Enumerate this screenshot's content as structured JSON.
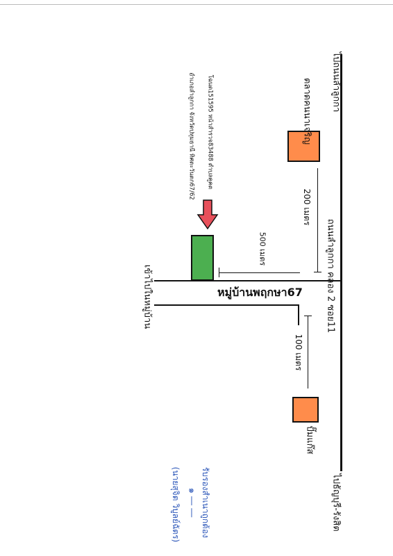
{
  "labels": {
    "to_lam_luk_ka": "ไปถนนลำลูกกา",
    "market": "ตลาดคนนาเจริญ",
    "main_road": "ถนนลำลูกกา คลอง 2 ซอย11",
    "dist_200": "200 เมตร",
    "dist_500": "500 เมตร",
    "dist_100": "100 เมตร",
    "village": "หมู่บ้านพฤกษา67",
    "into_village": "เข้าไปในหมู่บ้าน",
    "gas_station": "ปั๊มแก๊ส",
    "to_thanyaburi": "ไปธัญบุรี-รังสิต",
    "address_line1": "โฉนด151595 หน้าสำรวจ83488  ตำบลคูคต",
    "address_line2": "อำเภอลำลูกกา จังหวัดปทุมธานี ทิศตะวันตก67/62"
  },
  "signature": {
    "certify": "รับรองสำเนาถูกต้อง",
    "mark": "๑ ― ―",
    "name": "(นายสุจิต วิบูลย์ฉัตร)"
  },
  "colors": {
    "orange": "#ff8c4b",
    "green": "#4caf50",
    "arrow": "#e8505b",
    "ink": "#111111",
    "signature_ink": "#2a55b8"
  }
}
